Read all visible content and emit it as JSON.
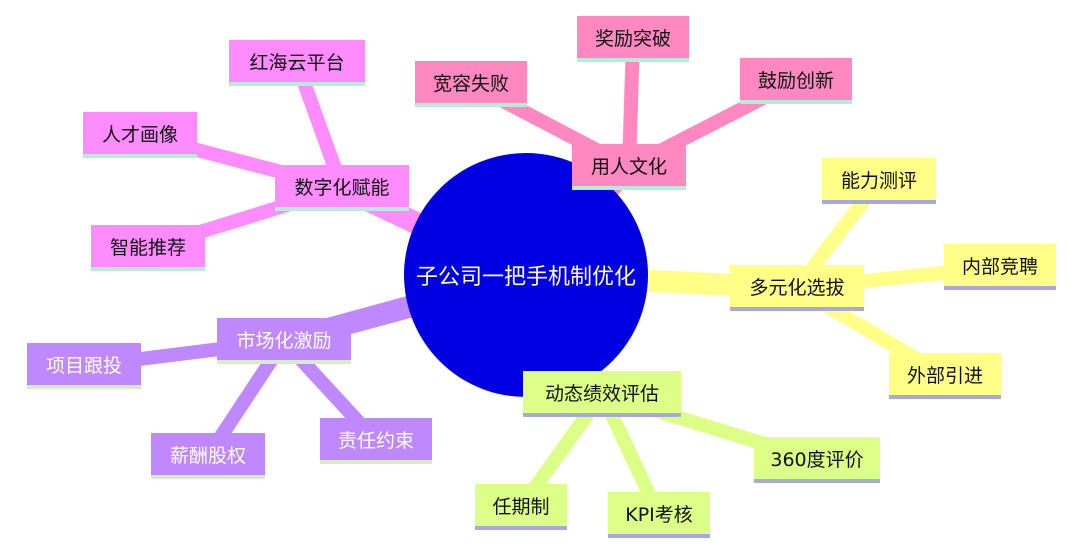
{
  "center": {
    "label": "子公司一把手机制优化"
  },
  "branches": {
    "culture": {
      "label": "用人文化",
      "color": "#ff88c0",
      "underline": "#b8ecd8",
      "text_color": "#111111",
      "children": [
        "宽容失败",
        "奖励突破",
        "鼓励创新"
      ]
    },
    "digital": {
      "label": "数字化赋能",
      "color": "#ff8cff",
      "underline": "#b8ecd8",
      "text_color": "#111111",
      "children": [
        "红海云平台",
        "人才画像",
        "智能推荐"
      ]
    },
    "selection": {
      "label": "多元化选拔",
      "color": "#ffff88",
      "underline": "#a8a8e0",
      "text_color": "#111111",
      "children": [
        "能力测评",
        "内部竞聘",
        "外部引进"
      ]
    },
    "incentive": {
      "label": "市场化激励",
      "color": "#c088ff",
      "underline": "#d8ecc8",
      "text_color": "#ffffff",
      "children": [
        "项目跟投",
        "薪酬股权",
        "责任约束"
      ]
    },
    "performance": {
      "label": "动态绩效评估",
      "color": "#dcff88",
      "underline": "#a8a8e0",
      "text_color": "#111111",
      "children": [
        "360度评价",
        "任期制",
        "KPI考核"
      ]
    }
  }
}
